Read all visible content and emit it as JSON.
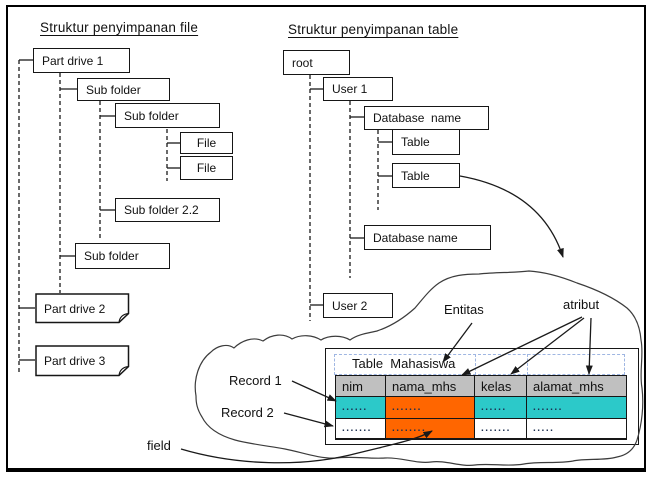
{
  "titles": {
    "file_tree": "Struktur penyimpanan file",
    "table_tree": "Struktur penyimpanan table"
  },
  "file_tree": {
    "nodes": [
      "Part drive 1",
      "Sub folder",
      "Sub folder",
      "File",
      "File",
      "Sub folder 2.2",
      "Sub folder",
      "Part drive 2",
      "Part drive 3"
    ]
  },
  "table_tree": {
    "nodes": [
      "root",
      "User 1",
      "Database  name",
      "Table",
      "Table",
      "Database name",
      "User 2"
    ]
  },
  "annotations": {
    "entitas": "Entitas",
    "atribut": "atribut",
    "record1": "Record 1",
    "record2": "Record 2",
    "field": "field"
  },
  "table": {
    "title": "Table  Mahasiswa",
    "columns": [
      "nim",
      "nama_mhs",
      "kelas",
      "alamat_mhs"
    ],
    "rows": [
      {
        "cells": [
          "......",
          ".......",
          "......",
          "......."
        ]
      },
      {
        "cells": [
          ".......",
          "........",
          ".......",
          "....."
        ]
      }
    ]
  },
  "icons": {
    "folded_corner_note": "dog-ear-box-icon",
    "arrowhead": "arrowhead-icon"
  },
  "colors": {
    "record_row_bg": "#2CC9C9",
    "field_cell_bg": "#FF6600",
    "header_bg": "#C0C0C0",
    "table_outline_dash": "#9FB6E2",
    "line_color": "#1a1a1a"
  }
}
